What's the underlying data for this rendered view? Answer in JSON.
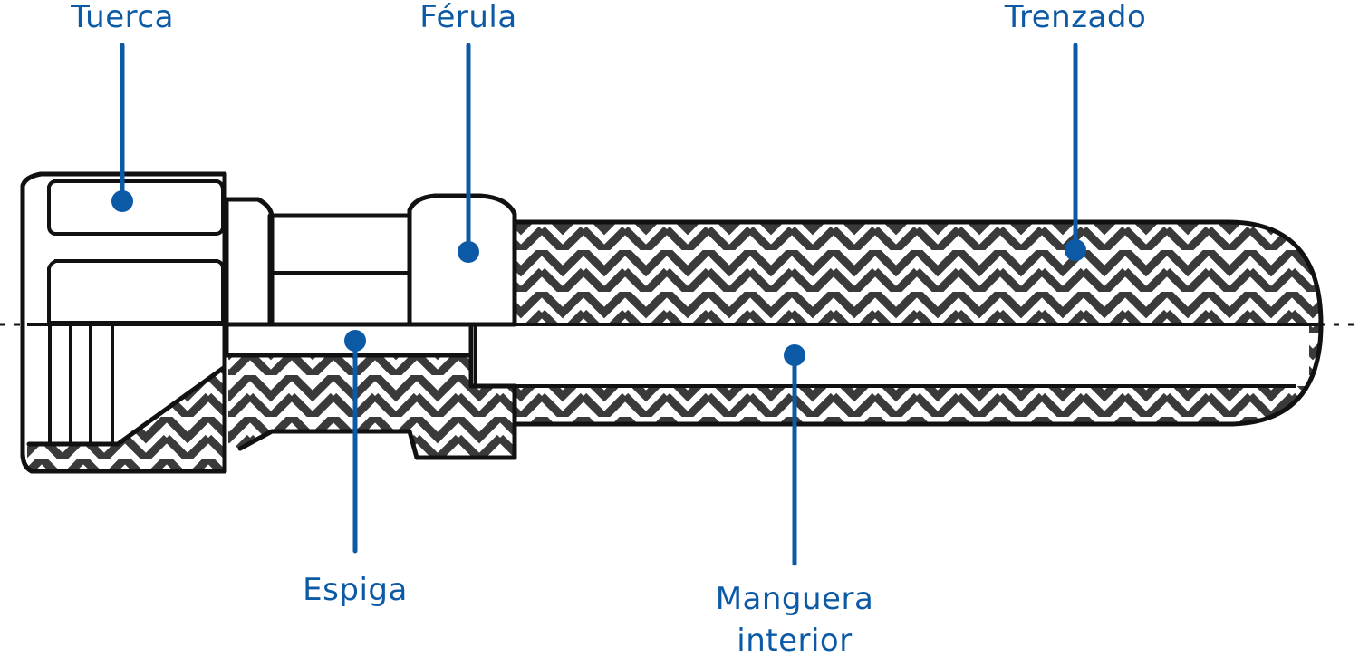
{
  "labels": {
    "tuerca": "Tuerca",
    "ferula": "Férula",
    "trenzado": "Trenzado",
    "espiga": "Espiga",
    "manguera_line1": "Manguera",
    "manguera_line2": "interior"
  },
  "colors": {
    "label": "#0c5aa6",
    "outline": "#111111",
    "braid": "#3a3a3a",
    "background": "#ffffff"
  }
}
